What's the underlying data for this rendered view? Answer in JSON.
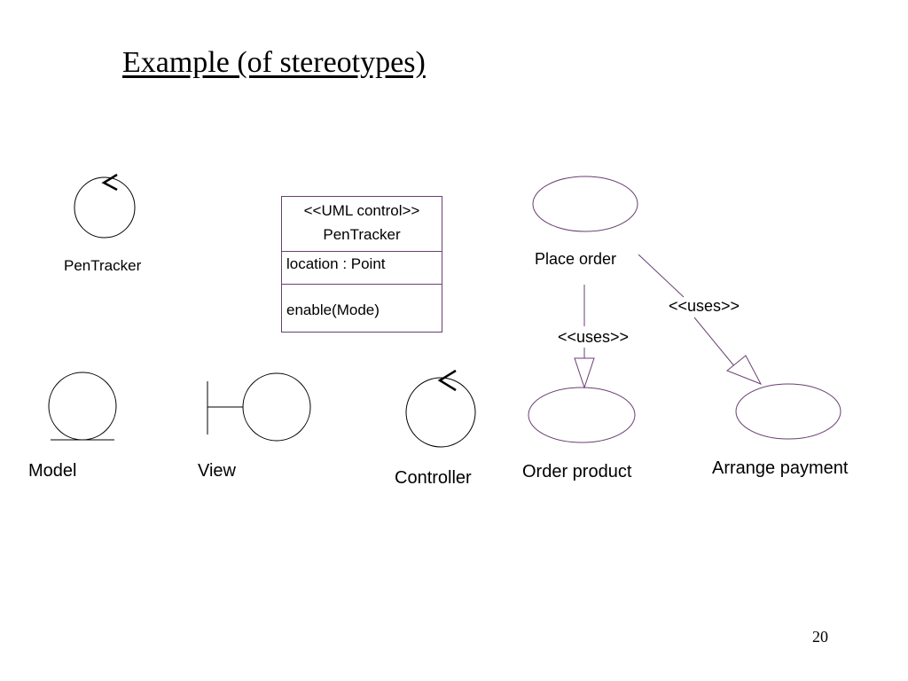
{
  "slide": {
    "title": "Example (of stereotypes)",
    "page_number": "20"
  },
  "diagram": {
    "control_icon_label": "PenTracker",
    "class_box": {
      "stereotype": "<<UML control>>",
      "name": "PenTracker",
      "attribute": "location : Point",
      "operation": "enable(Mode)"
    },
    "stereotype_icons": {
      "model": "Model",
      "view": "View",
      "controller": "Controller"
    },
    "use_cases": {
      "place_order": "Place order",
      "order_product": "Order product",
      "arrange_payment": "Arrange payment"
    },
    "relations": {
      "uses_left": "<<uses>>",
      "uses_right": "<<uses>>"
    },
    "colors": {
      "stroke": "#000000",
      "purple_stroke": "#6a3f73"
    }
  }
}
